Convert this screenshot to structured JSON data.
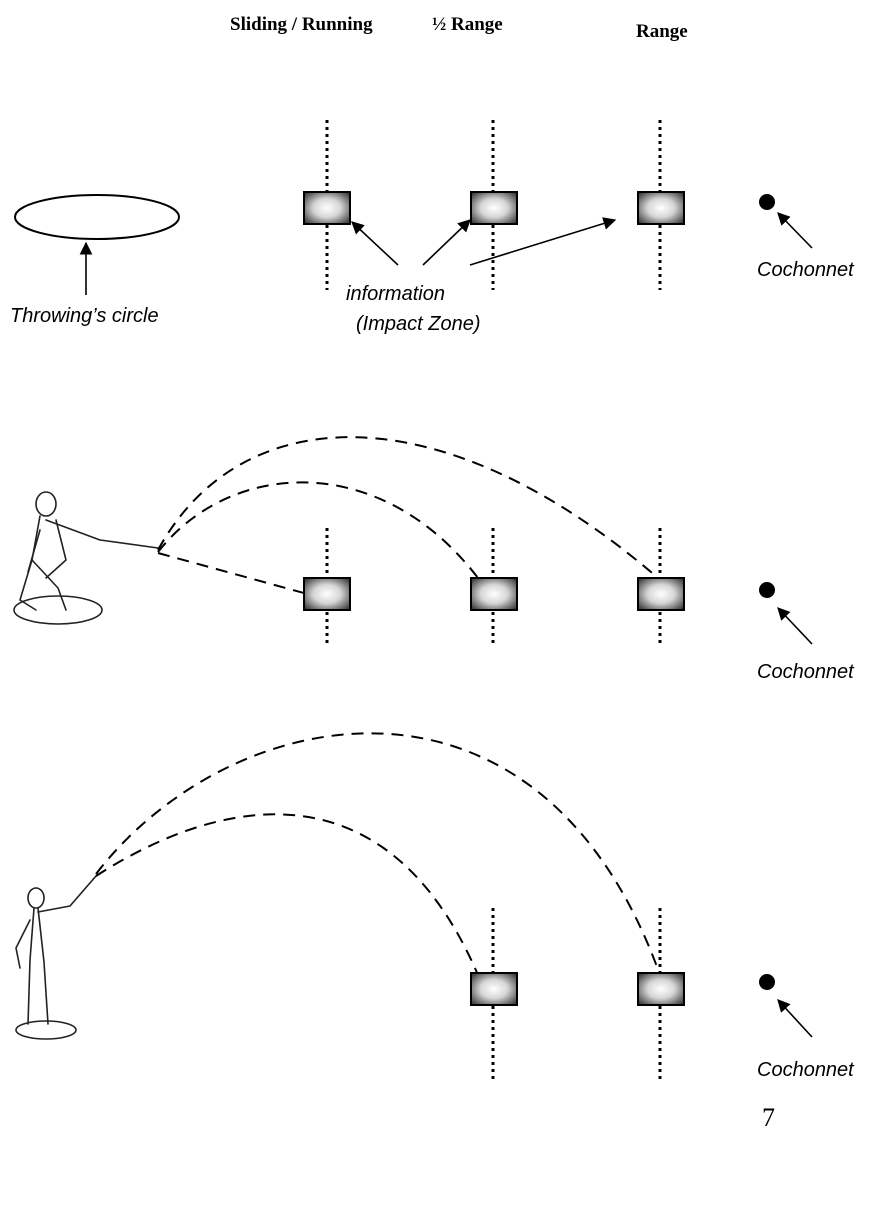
{
  "headers": {
    "sliding_running": "Sliding / Running",
    "half_range": "½ Range",
    "range": "Range"
  },
  "labels": {
    "throwing_circle": "Throwing’s circle",
    "information": "information",
    "impact_zone": "(Impact Zone)",
    "cochonnet": "Cochonnet"
  },
  "page_number": "7",
  "colors": {
    "ink": "#000000",
    "zone_center": "#ffffff",
    "zone_edge": "#3a3a3a"
  },
  "icons": {
    "impact_zone": "gradient-square",
    "cochonnet": "filled-dot",
    "player": "crouching-thrower-figure",
    "player_standing": "standing-thrower-figure"
  }
}
